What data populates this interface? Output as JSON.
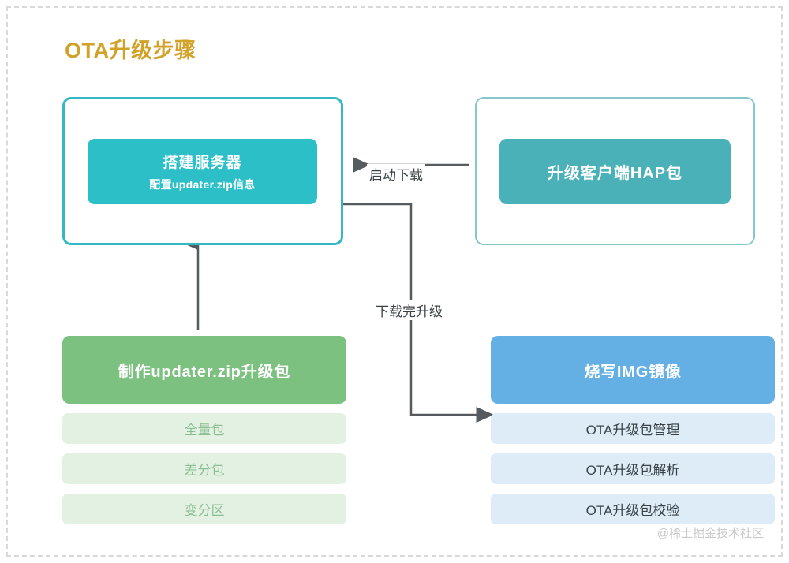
{
  "title": "OTA升级步骤",
  "accent_colors": {
    "title": "#d2a128",
    "teal_primary": "#2cbfc8",
    "teal_muted": "#49b1b7",
    "green": "#7cc180",
    "green_light": "#e3f1e2",
    "blue": "#64afe4",
    "blue_light": "#ddecf7",
    "connector": "#555b5f",
    "canvas_border": "#d9d9d9"
  },
  "nodes": {
    "server": {
      "title": "搭建服务器",
      "subtitle": "配置updater.zip信息"
    },
    "client": {
      "title": "升级客户端HAP包"
    },
    "package": {
      "title": "制作updater.zip升级包",
      "items": [
        {
          "label": "全量包"
        },
        {
          "label": "差分包"
        },
        {
          "label": "变分区"
        }
      ]
    },
    "image": {
      "title": "烧写IMG镜像",
      "items": [
        {
          "label": "OTA升级包管理"
        },
        {
          "label": "OTA升级包解析"
        },
        {
          "label": "OTA升级包校验"
        }
      ]
    }
  },
  "edges": [
    {
      "id": "start-download",
      "label": "启动下载",
      "from": "client",
      "to": "server"
    },
    {
      "id": "after-download",
      "label": "下载完升级",
      "from": "server",
      "to": "image"
    },
    {
      "id": "build-package",
      "label": "",
      "from": "package",
      "to": "server"
    }
  ],
  "watermark": "@稀土掘金技术社区"
}
